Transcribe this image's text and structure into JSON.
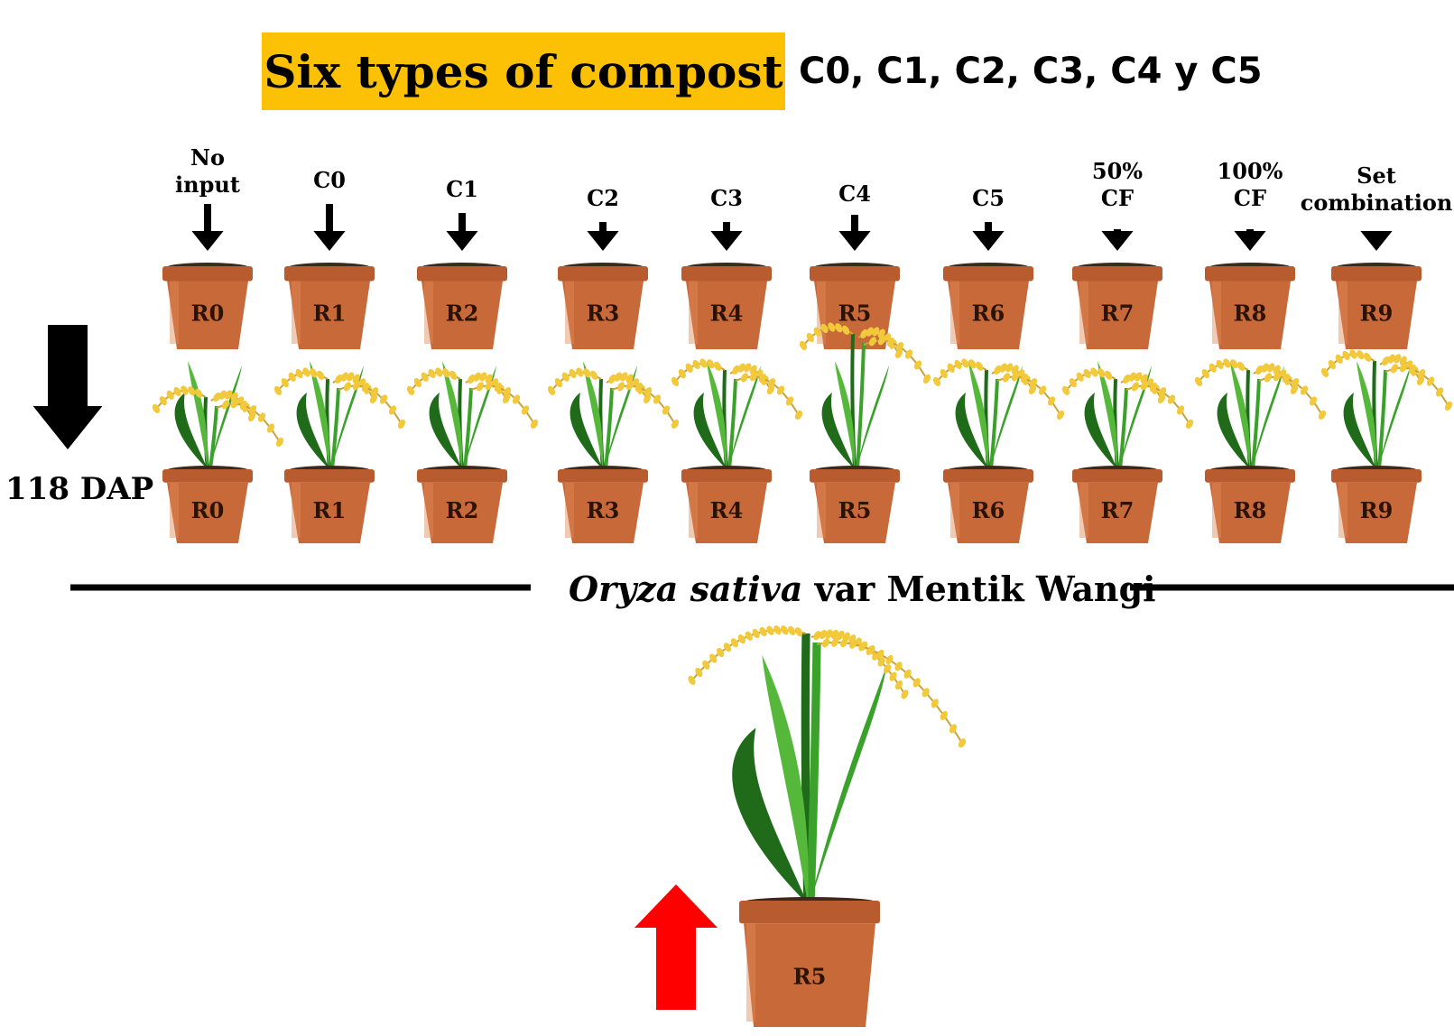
{
  "title": "Six types of compost",
  "title_list": "C0, C1, C2, C3, C4 y C5",
  "columns": [
    {
      "label_lines": [
        "No",
        "input"
      ],
      "pot": "R0"
    },
    {
      "label_lines": [
        "C0"
      ],
      "pot": "R1"
    },
    {
      "label_lines": [
        "C1"
      ],
      "pot": "R2"
    },
    {
      "label_lines": [
        "C2"
      ],
      "pot": "R3"
    },
    {
      "label_lines": [
        "C3"
      ],
      "pot": "R4"
    },
    {
      "label_lines": [
        "C4"
      ],
      "pot": "R5"
    },
    {
      "label_lines": [
        "C5"
      ],
      "pot": "R6"
    },
    {
      "label_lines": [
        "50%",
        "CF"
      ],
      "pot": "R7"
    },
    {
      "label_lines": [
        "100%",
        "CF"
      ],
      "pot": "R8"
    },
    {
      "label_lines": [
        "Set",
        "combination"
      ],
      "pot": "R9"
    }
  ],
  "time_label": "118 DAP",
  "species": {
    "italic": "Oryza sativa",
    "rest": " var Mentik Wangi"
  },
  "best_pot": "R5",
  "colors": {
    "title_bg": "#fcc104",
    "pot": "#c8693a",
    "pot_rim": "#b85c30",
    "soil": "#3a2a1e",
    "leaf": "#3aa12a",
    "leaf_dark": "#1f6b1a",
    "grain": "#f2c93a",
    "best_arrow": "#ff0000"
  }
}
